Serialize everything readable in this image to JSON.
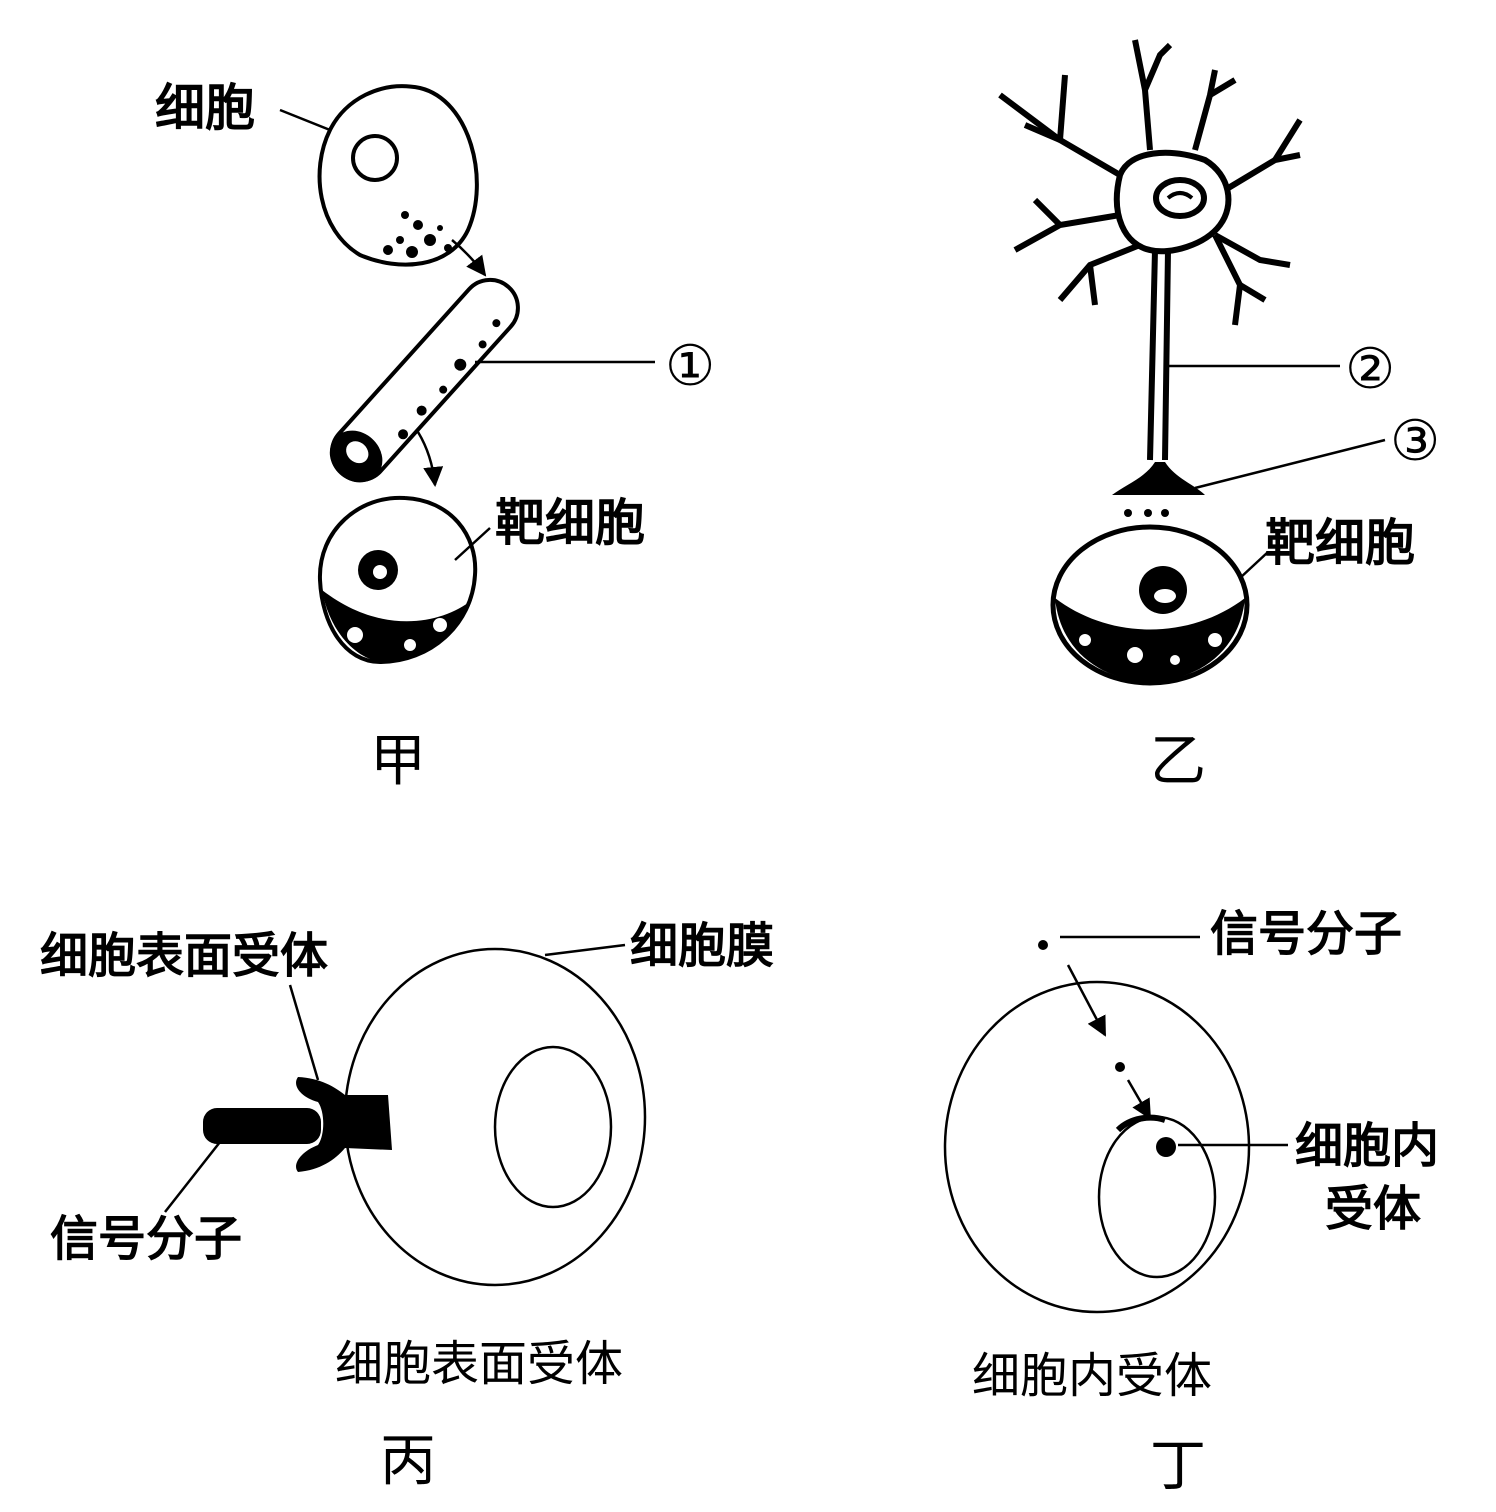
{
  "panel_jia": {
    "caption": "甲",
    "cell_label": "细胞",
    "marker": "①",
    "target_label": "靶细胞"
  },
  "panel_yi": {
    "caption": "乙",
    "marker_axon": "②",
    "marker_terminal": "③",
    "target_label": "靶细胞"
  },
  "panel_bing": {
    "caption": "丙",
    "subtitle": "细胞表面受体",
    "receptor_label": "细胞表面受体",
    "membrane_label": "细胞膜",
    "signal_label": "信号分子"
  },
  "panel_ding": {
    "caption": "丁",
    "subtitle": "细胞内受体",
    "signal_label": "信号分子",
    "receptor_label_line1": "细胞内",
    "receptor_label_line2": "受体"
  }
}
